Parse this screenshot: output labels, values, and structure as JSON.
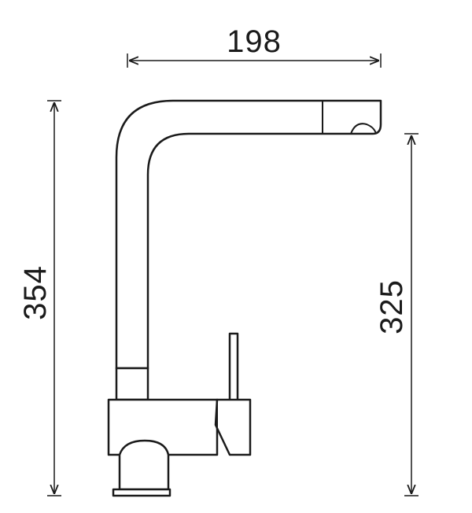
{
  "dimensions": {
    "width": "198",
    "height_total": "354",
    "height_spout": "325"
  }
}
